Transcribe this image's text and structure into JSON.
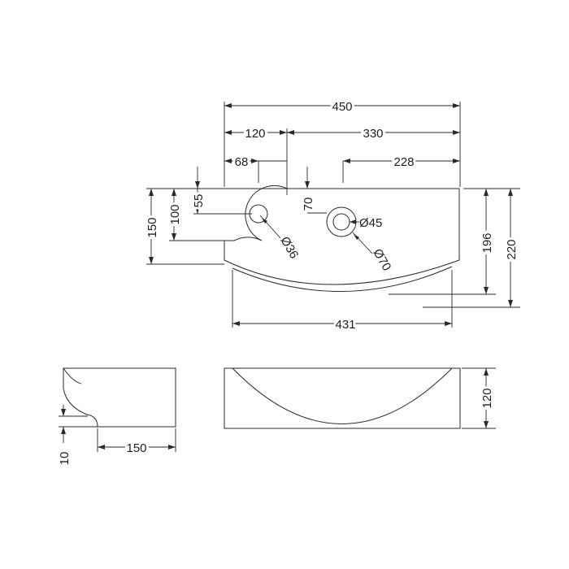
{
  "drawing": {
    "top_view": {
      "overall_width": "450",
      "tap_side_width": "120",
      "bowl_side_width": "330",
      "overflow_offset": "68",
      "waste_offset": "228",
      "top_to_overflow": "55",
      "side_depth_100": "100",
      "side_depth_150": "150",
      "top_to_waste": "70",
      "bowl_depth": "196",
      "overall_depth": "220",
      "bottom_width": "431",
      "overflow_hole_dia": "Ø36",
      "waste_hole_dia": "Ø45",
      "waste_outer_dia": "Ø70"
    },
    "side_view": {
      "step_height": "10",
      "base_width": "150"
    },
    "front_view": {
      "height": "120"
    }
  }
}
